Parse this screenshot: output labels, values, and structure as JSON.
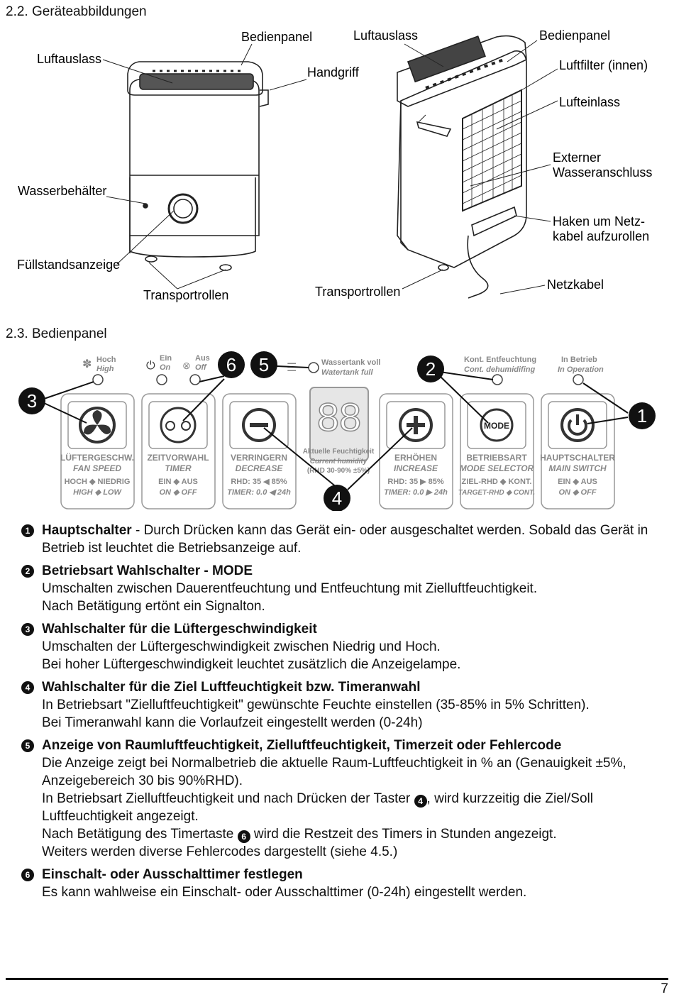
{
  "sections": {
    "s22": "2.2. Geräteabbildungen",
    "s23": "2.3. Bedienpanel"
  },
  "figure1": {
    "left": {
      "luftauslass": "Luftauslass",
      "bedienpanel": "Bedienpanel",
      "handgriff": "Handgriff",
      "wasserbehaelter": "Wasserbehälter",
      "fuellstand": "Füllstandsanzeige",
      "transportrollen": "Transportrollen"
    },
    "right": {
      "luftauslass": "Luftauslass",
      "bedienpanel": "Bedienpanel",
      "luftfilter": "Luftfilter (innen)",
      "lufteinlass": "Lufteinlass",
      "extern1": "Externer",
      "extern2": "Wasseranschluss",
      "haken1": "Haken um Netz-",
      "haken2": "kabel aufzurollen",
      "transportrollen": "Transportrollen",
      "netzkabel": "Netzkabel"
    }
  },
  "panel": {
    "hoch": "Hoch",
    "high": "High",
    "ein": "Ein",
    "on": "On",
    "aus": "Aus",
    "off": "Off",
    "wassertank_voll": "Wassertank voll",
    "watertank_full": "Watertank full",
    "kont": "Kont. Entfeuchtung",
    "cont": "Cont. dehumidifing",
    "inbetrieb": "In Betrieb",
    "inop": "In Operation",
    "display": "88",
    "aktuelle": "Aktuelle Feuchtigkeit",
    "current": "Current humidity",
    "rhd": "(RHD 30-90% ±5%)",
    "mode_btn": "MODE",
    "callouts": [
      "3",
      "6",
      "5",
      "2",
      "1",
      "4"
    ],
    "buttons": [
      {
        "de": "LÜFTERGESCHW.",
        "en": "FAN SPEED",
        "l1": "HOCH ◆ NIEDRIG",
        "l2": "HIGH ◆ LOW"
      },
      {
        "de": "ZEITVORWAHL",
        "en": "TIMER",
        "l1": "EIN ◆ AUS",
        "l2": "ON ◆ OFF"
      },
      {
        "de": "VERRINGERN",
        "en": "DECREASE",
        "l1": "RHD: 35 ◀ 85%",
        "l2": "TIMER: 0.0 ◀ 24h"
      },
      {
        "de": "ERHÖHEN",
        "en": "INCREASE",
        "l1": "RHD: 35 ▶ 85%",
        "l2": "TIMER: 0.0 ▶ 24h"
      },
      {
        "de": "BETRIEBSART",
        "en": "MODE SELECTOR",
        "l1": "ZIEL-RHD ◆ KONT.",
        "l2": "TARGET-RHD ◆ CONT."
      },
      {
        "de": "HAUPTSCHALTER",
        "en": "MAIN SWITCH",
        "l1": "EIN ◆ AUS",
        "l2": "ON ◆ OFF"
      }
    ]
  },
  "items": [
    {
      "num": "1",
      "title": "Hauptschalter",
      "text": " - Durch Drücken kann das Gerät ein- oder ausgeschaltet werden. Sobald das Gerät in Betrieb ist leuchtet die Betriebsanzeige auf."
    },
    {
      "num": "2",
      "title": "Betriebsart Wahlschalter - MODE",
      "line1": "Umschalten zwischen Dauerentfeuchtung und Entfeuchtung mit Zielluftfeuchtigkeit.",
      "line2": "Nach Betätigung ertönt ein Signalton."
    },
    {
      "num": "3",
      "title": "Wahlschalter für die Lüftergeschwindigkeit",
      "line1": "Umschalten der Lüftergeschwindigkeit zwischen Niedrig und Hoch.",
      "line2": "Bei hoher Lüftergeschwindigkeit leuchtet zusätzlich die Anzeigelampe."
    },
    {
      "num": "4",
      "title": "Wahlschalter für die Ziel Luftfeuchtigkeit bzw. Timeranwahl",
      "line1": "In Betriebsart \"Zielluftfeuchtigkeit\" gewünschte Feuchte einstellen (35-85% in 5% Schritten).",
      "line2": "Bei Timeranwahl kann die Vorlaufzeit eingestellt werden (0-24h)"
    },
    {
      "num": "5",
      "title": "Anzeige von Raumluftfeuchtigkeit, Zielluftfeuchtigkeit, Timerzeit oder Fehlercode",
      "line1": "Die Anzeige zeigt bei Normalbetrieb die aktuelle Raum-Luftfeuchtigkeit in % an (Genauigkeit ±5%, Anzeigebereich 30 bis 90%RHD).",
      "line2a": "In Betriebsart Zielluftfeuchtigkeit und nach Drücken der Taster ",
      "ref2": "4",
      "line2b": ", wird kurzzeitig die Ziel/Soll Luftfeuchtigkeit angezeigt.",
      "line3a": "Nach Betätigung des Timertaste ",
      "ref3": "6",
      "line3b": " wird die Restzeit des Timers in Stunden angezeigt.",
      "line4": "Weiters werden diverse Fehlercodes dargestellt (siehe 4.5.)"
    },
    {
      "num": "6",
      "title": "Einschalt- oder Ausschalttimer festlegen",
      "line1": "Es kann wahlweise ein Einschalt- oder Ausschalttimer (0-24h) eingestellt werden."
    }
  ],
  "page_number": "7"
}
